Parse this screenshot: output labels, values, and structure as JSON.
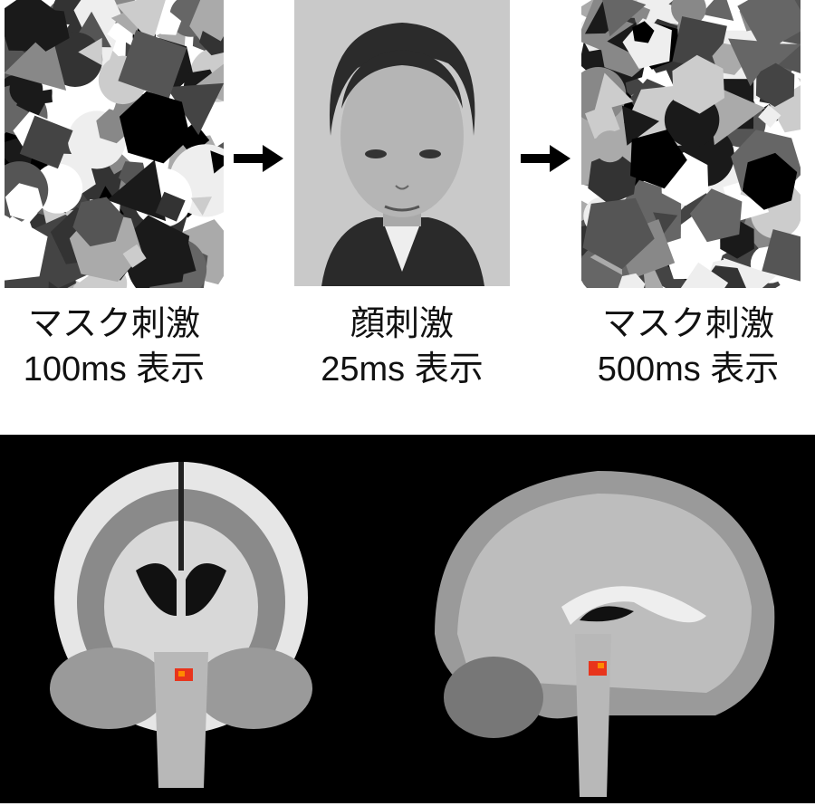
{
  "sequence": [
    {
      "name": "mask-1",
      "title": "マスク刺激",
      "duration": "100ms 表示"
    },
    {
      "name": "face",
      "title": "顔刺激",
      "duration": "25ms 表示"
    },
    {
      "name": "mask-2",
      "title": "マスク刺激",
      "duration": "500ms 表示"
    }
  ],
  "colors": {
    "activation": "#e8341c",
    "activation_core": "#ff8a00",
    "background_bottom": "#000000"
  }
}
